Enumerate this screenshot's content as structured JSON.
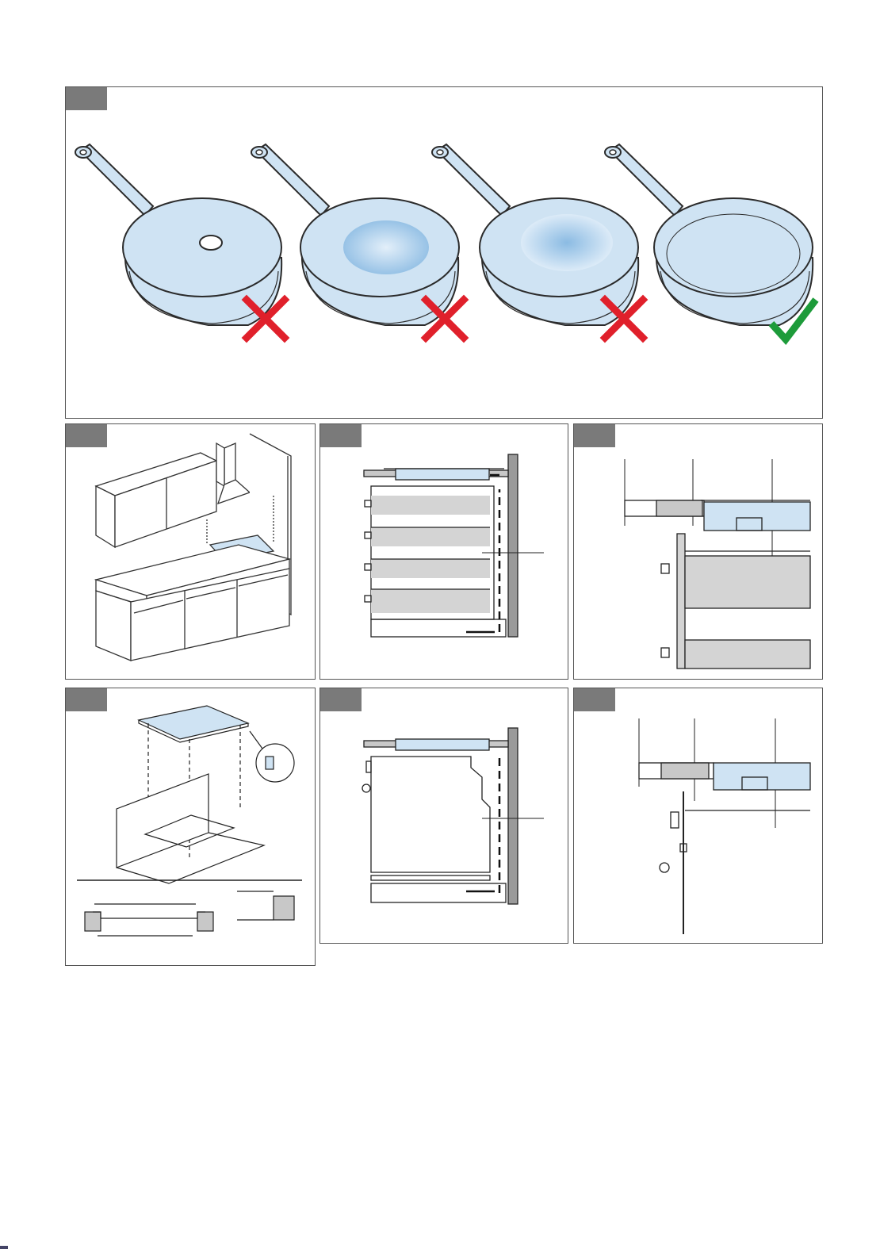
{
  "colors": {
    "frame": "#555555",
    "tab": "#7a7a7a",
    "pan_fill": "#cfe3f3",
    "pan_stroke": "#2b2b2b",
    "pan_shade": "#7fb4e0",
    "cross": "#e0202b",
    "check": "#1d9b3a",
    "hob_blue": "#cfe3f3",
    "cabinet_grey": "#d4d4d4",
    "wall_grey": "#9a9a9a",
    "wood": "#c8c8c8"
  },
  "panels": [
    {
      "id": "pan-suitability",
      "tab_label": "",
      "icons": [
        "pan-with-hole",
        "pan-concave-base",
        "pan-convex-base",
        "pan-flat-base"
      ],
      "marks": [
        "cross-icon",
        "cross-icon",
        "cross-icon",
        "check-icon"
      ]
    },
    {
      "id": "kitchen-overview",
      "tab_label": "",
      "icons": [
        "wall-cabinets",
        "extractor-hood",
        "hob",
        "base-cabinets"
      ]
    },
    {
      "id": "ventilation-drawers",
      "tab_label": "",
      "icons": [
        "hob-side-view",
        "drawer-unit",
        "airflow-arrows"
      ]
    },
    {
      "id": "worktop-detail-drawers",
      "tab_label": "",
      "icons": [
        "worktop-section",
        "hob-section",
        "drawer-fronts"
      ]
    },
    {
      "id": "cutout-dimensions",
      "tab_label": "",
      "icons": [
        "hob-top",
        "worktop-cutout",
        "edge-detail-magnifier",
        "cutout-section"
      ]
    },
    {
      "id": "ventilation-oven",
      "tab_label": "",
      "icons": [
        "hob-side-view",
        "oven-unit",
        "airflow-arrows"
      ]
    },
    {
      "id": "worktop-detail-oven",
      "tab_label": "",
      "icons": [
        "worktop-section",
        "hob-section",
        "oven-front"
      ]
    }
  ]
}
